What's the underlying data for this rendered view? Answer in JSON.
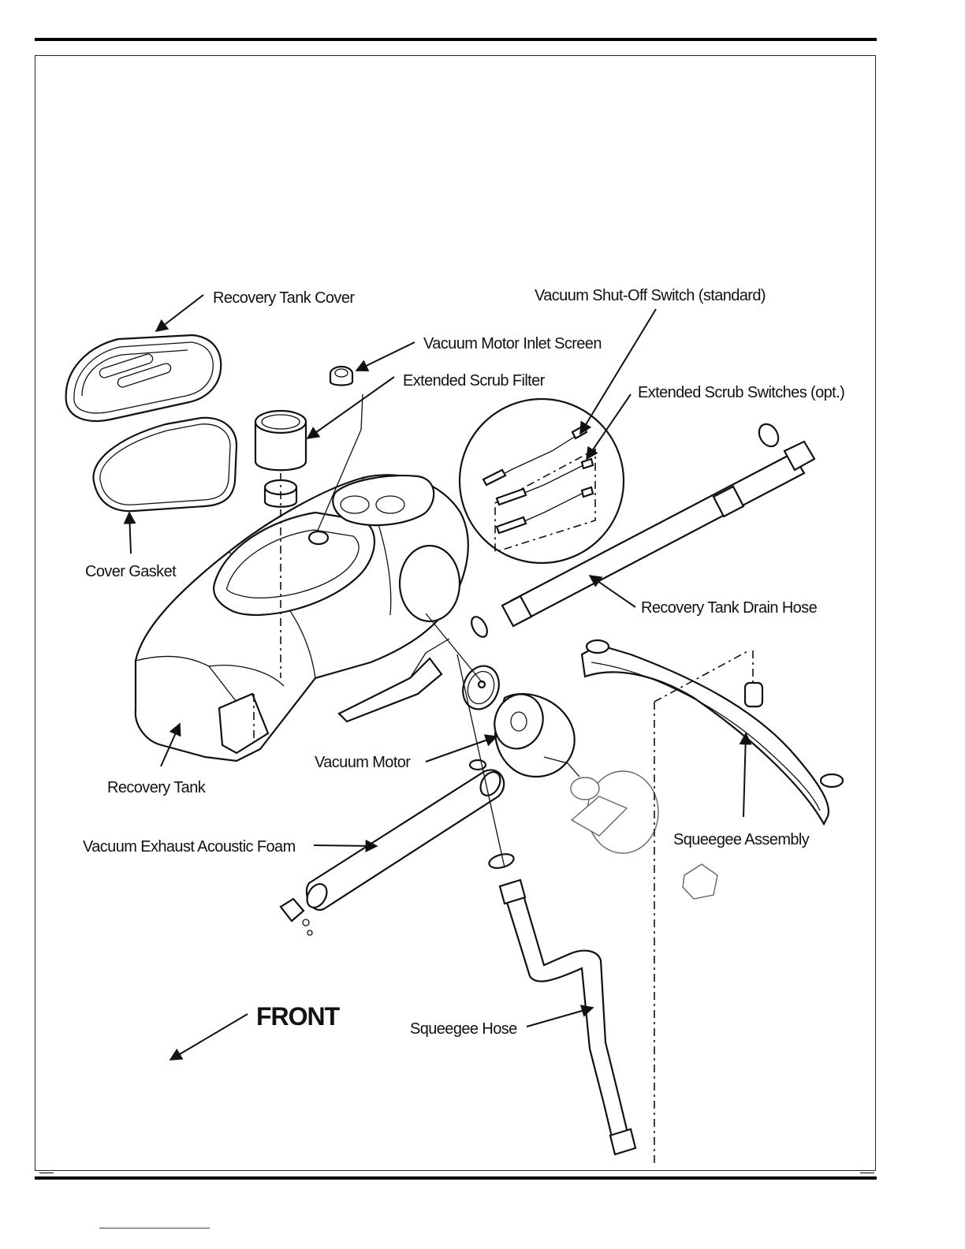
{
  "labels": {
    "recovery_tank_cover": "Recovery Tank Cover",
    "vacuum_motor_inlet_screen": "Vacuum Motor Inlet Screen",
    "extended_scrub_filter": "Extended Scrub Filter",
    "vacuum_shutoff_switch": "Vacuum Shut-Off Switch (standard)",
    "extended_scrub_switches": "Extended Scrub Switches (opt.)",
    "cover_gasket": "Cover Gasket",
    "recovery_tank_drain_hose": "Recovery Tank Drain Hose",
    "vacuum_motor": "Vacuum Motor",
    "recovery_tank": "Recovery Tank",
    "vacuum_exhaust_acoustic_foam": "Vacuum Exhaust Acoustic Foam",
    "squeegee_assembly": "Squeegee Assembly",
    "squeegee_hose": "Squeegee Hose",
    "front": "FRONT"
  },
  "colors": {
    "line": "#111111",
    "link": "#2a3fa8"
  }
}
